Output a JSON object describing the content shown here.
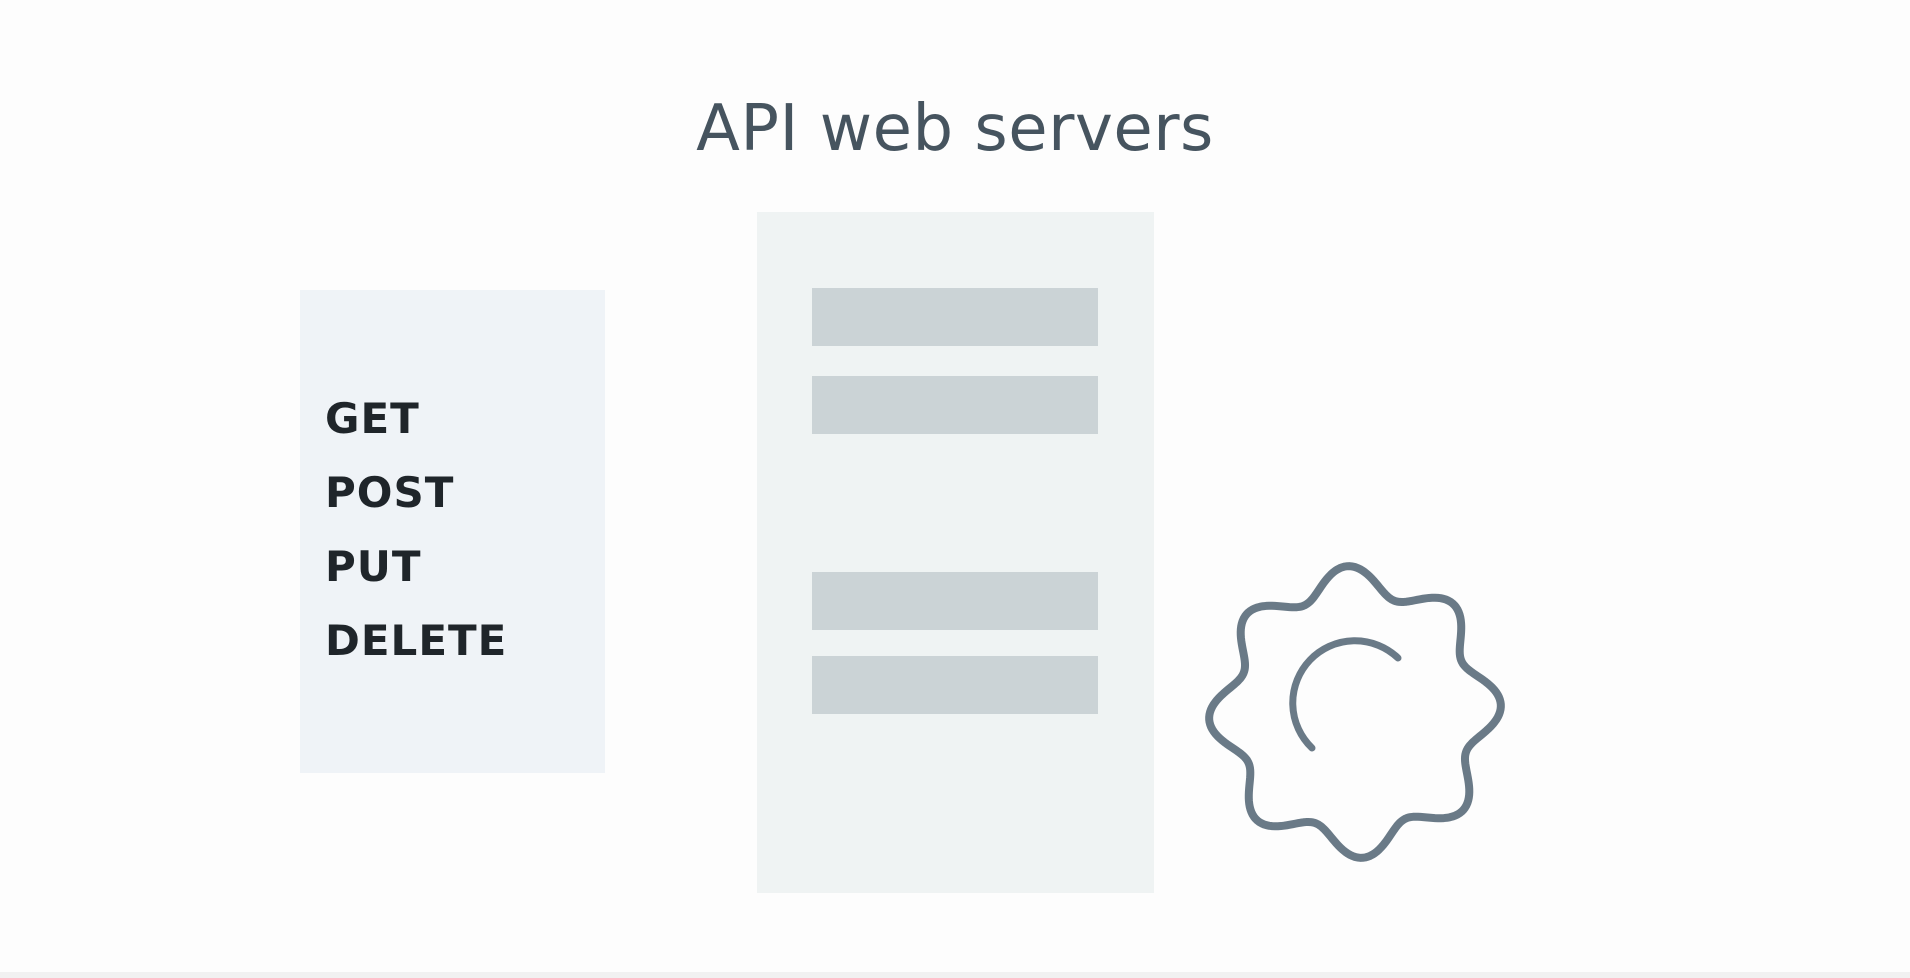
{
  "title": "API web servers",
  "methods": [
    "GET",
    "POST",
    "PUT",
    "DELETE"
  ],
  "icons": {
    "gear": "gear-icon"
  },
  "colors": {
    "background": "#fdfdfd",
    "title": "#46545f",
    "method_text": "#1f252a",
    "methods_card": "#eff3f7",
    "server_panel": "#eff3f3",
    "server_bar": "#cbd3d6",
    "gear_stroke": "#6a7a87"
  }
}
